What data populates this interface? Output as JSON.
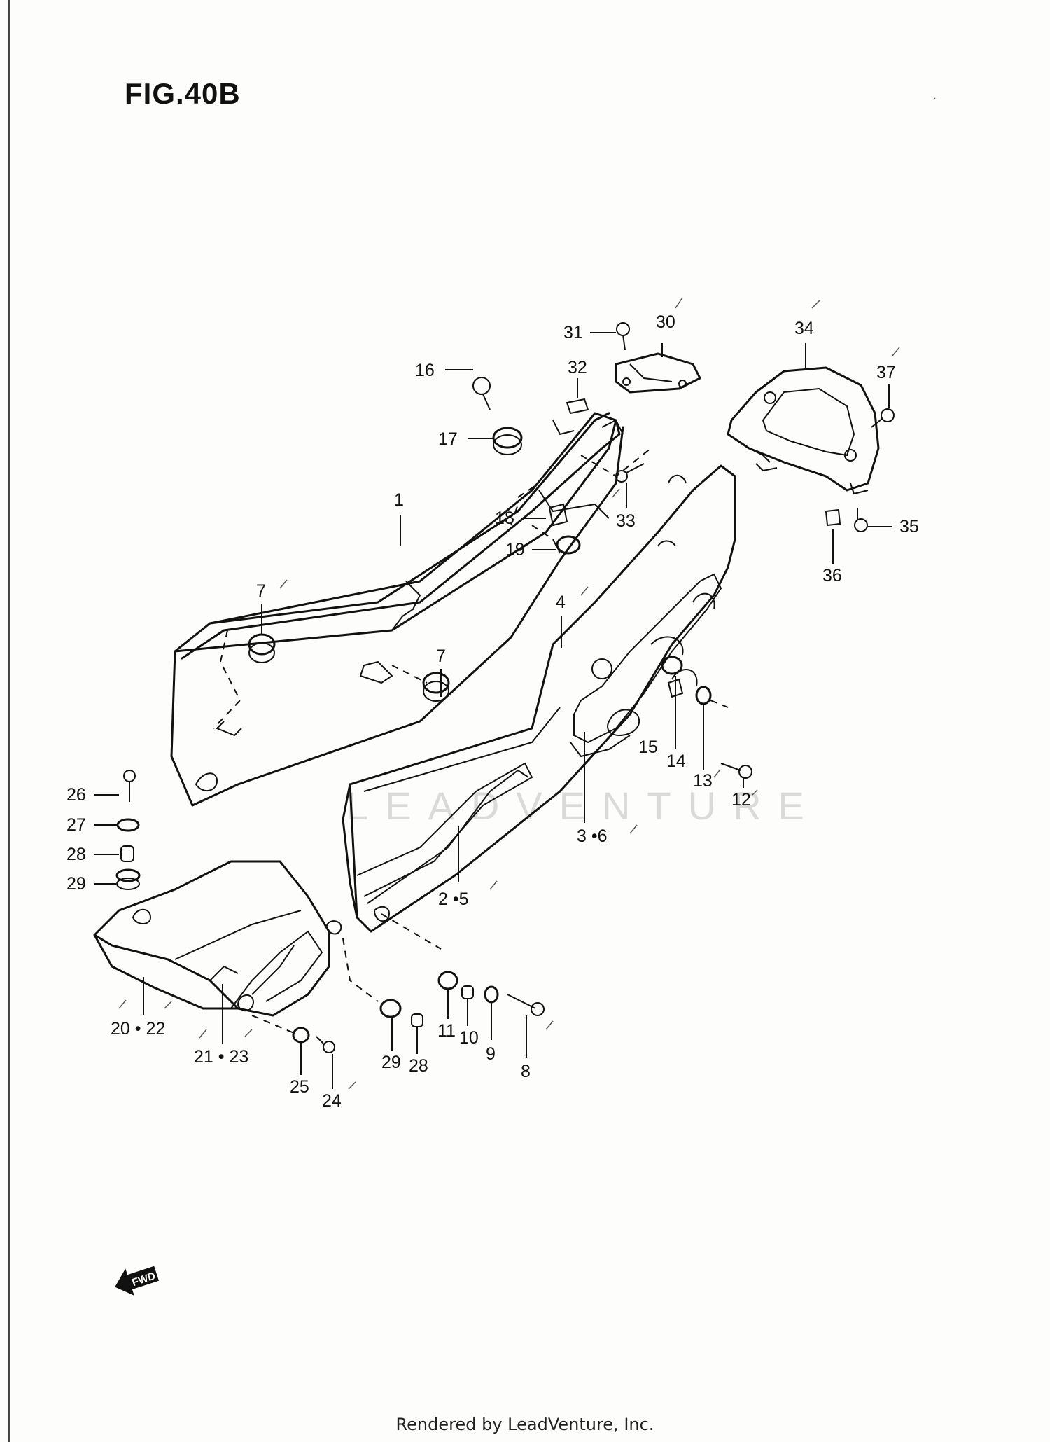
{
  "figure": {
    "title": "FIG.40B",
    "watermark": "LEADVENTURE",
    "footer": "Rendered by LeadVenture, Inc.",
    "fwd_label": "FWD"
  },
  "callouts": [
    {
      "id": "c1",
      "label": "1"
    },
    {
      "id": "c4",
      "label": "4"
    },
    {
      "id": "c7a",
      "label": "7"
    },
    {
      "id": "c7b",
      "label": "7"
    },
    {
      "id": "c8",
      "label": "8"
    },
    {
      "id": "c9",
      "label": "9"
    },
    {
      "id": "c10",
      "label": "10"
    },
    {
      "id": "c11",
      "label": "11"
    },
    {
      "id": "c12",
      "label": "12"
    },
    {
      "id": "c13",
      "label": "13"
    },
    {
      "id": "c14",
      "label": "14"
    },
    {
      "id": "c15",
      "label": "15"
    },
    {
      "id": "c16",
      "label": "16"
    },
    {
      "id": "c17",
      "label": "17"
    },
    {
      "id": "c18",
      "label": "18"
    },
    {
      "id": "c19",
      "label": "19"
    },
    {
      "id": "c24",
      "label": "24"
    },
    {
      "id": "c25",
      "label": "25"
    },
    {
      "id": "c26",
      "label": "26"
    },
    {
      "id": "c27",
      "label": "27"
    },
    {
      "id": "c28a",
      "label": "28"
    },
    {
      "id": "c28b",
      "label": "28"
    },
    {
      "id": "c29a",
      "label": "29"
    },
    {
      "id": "c29b",
      "label": "29"
    },
    {
      "id": "c30",
      "label": "30"
    },
    {
      "id": "c31",
      "label": "31"
    },
    {
      "id": "c32",
      "label": "32"
    },
    {
      "id": "c33",
      "label": "33"
    },
    {
      "id": "c34",
      "label": "34"
    },
    {
      "id": "c35",
      "label": "35"
    },
    {
      "id": "c36",
      "label": "36"
    },
    {
      "id": "c37",
      "label": "37"
    },
    {
      "id": "c25_",
      "label": "2 •5"
    },
    {
      "id": "c36_",
      "label": "3 •6"
    },
    {
      "id": "c2022",
      "label": "20 • 22"
    },
    {
      "id": "c2123",
      "label": "21 • 23"
    }
  ]
}
